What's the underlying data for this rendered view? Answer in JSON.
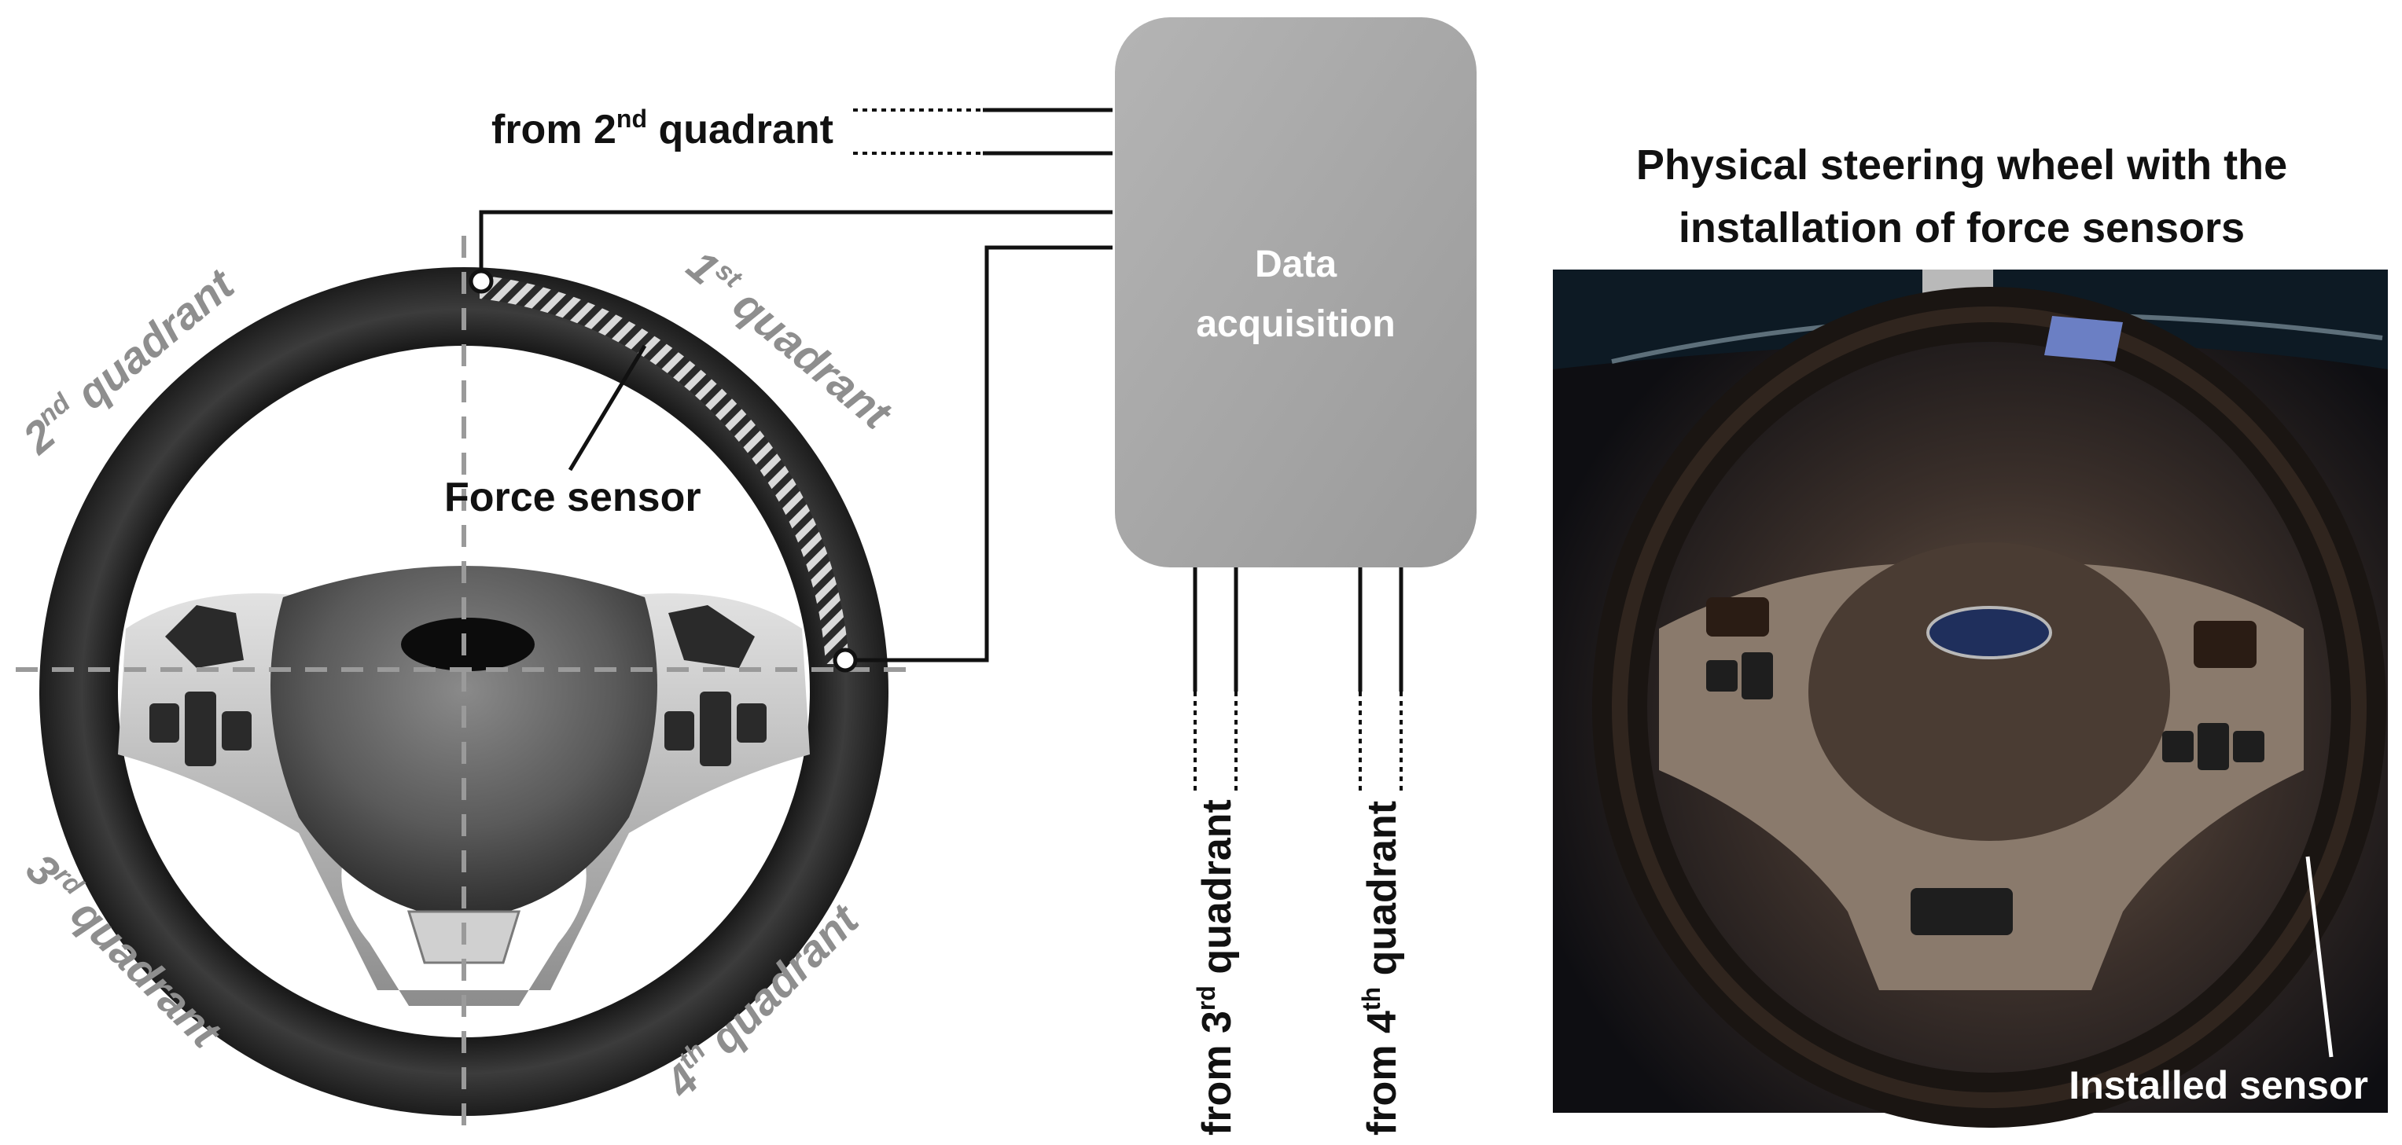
{
  "labels": {
    "from_q2": "from 2",
    "from_q2_sup": "nd",
    "from_q2_tail": " quadrant",
    "q1": "1",
    "q1_sup": "st",
    "q1_tail": " quadrant",
    "q2": "2",
    "q2_sup": "nd",
    "q2_tail": " quadrant",
    "q3": "3",
    "q3_sup": "rd",
    "q3_tail": " quadrant",
    "q4": "4",
    "q4_sup": "th",
    "q4_tail": " quadrant",
    "force_sensor": "Force sensor",
    "data_acq_line1": "Data",
    "data_acq_line2": "acquisition",
    "from_q3": "from 3",
    "from_q3_sup": "rd",
    "from_q3_tail": " quadrant",
    "from_q4": "from 4",
    "from_q4_sup": "th",
    "from_q4_tail": " quadrant",
    "photo_title_line1": "Physical steering wheel with the",
    "photo_title_line2": "installation of force sensors",
    "installed_sensor": "Installed sensor"
  },
  "colors": {
    "box": "#a9a9a9",
    "wheel_rim": "#2e2e2e",
    "spoke_silver": "#c4c4c4",
    "quadrant_label": "#8e8e8e",
    "sensor_tape": "#3a3a3a"
  }
}
